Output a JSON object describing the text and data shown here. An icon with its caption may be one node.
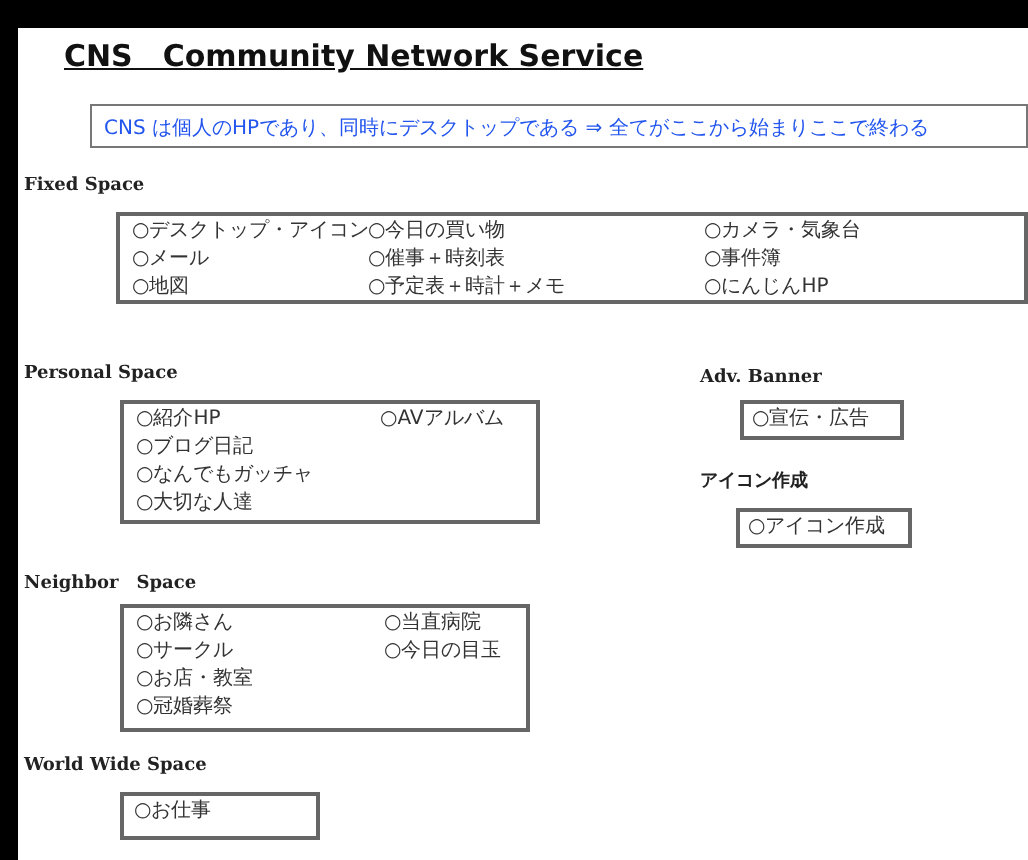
{
  "diagram": {
    "title": "CNS　Community Network Service",
    "nodes": [
      {
        "text": [
          "CNS は個人のHPであり、同時にデスクトップである ⇒ 全てがここから始まりここで終わる"
        ]
      },
      {
        "text": [
          "Fixed Space",
          "○デスクトップ・アイコン",
          "○今日の買い物",
          "○カメラ・気象台",
          "○メール",
          "○催事＋時刻表",
          "○事件簿",
          "○地図",
          "○予定表＋時計＋メモ",
          "○にんじんHP"
        ]
      },
      {
        "text": [
          "Personal Space",
          "○紹介HP",
          "○AVアルバム",
          "○ブログ日記",
          "○なんでもガッチャ",
          "○大切な人達"
        ]
      },
      {
        "text": [
          "Adv. Banner",
          "○宣伝・広告"
        ]
      },
      {
        "text": [
          "アイコン作成",
          "○アイコン作成"
        ]
      },
      {
        "text": [
          "Neighbor　Space",
          "○お隣さん",
          "○当直病院",
          "○サークル",
          "○今日の目玉",
          "○お店・教室",
          "○冠婚葬祭"
        ]
      },
      {
        "text": [
          "World Wide Space",
          "○お仕事"
        ]
      }
    ]
  }
}
